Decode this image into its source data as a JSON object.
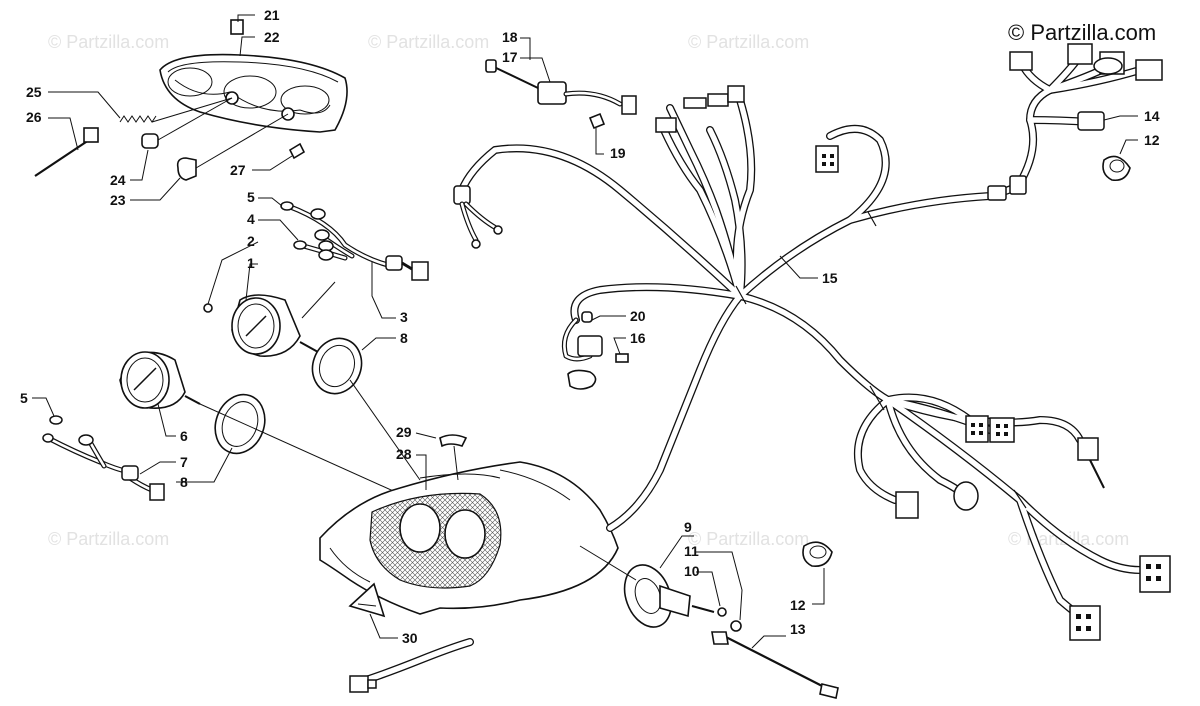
{
  "watermark": {
    "text": "© Partzilla.com",
    "copyright": "© Partzilla.com"
  },
  "callouts": [
    {
      "id": "c21",
      "label": "21"
    },
    {
      "id": "c22",
      "label": "22"
    },
    {
      "id": "c25",
      "label": "25"
    },
    {
      "id": "c26",
      "label": "26"
    },
    {
      "id": "c24",
      "label": "24"
    },
    {
      "id": "c23",
      "label": "23"
    },
    {
      "id": "c27",
      "label": "27"
    },
    {
      "id": "c5a",
      "label": "5"
    },
    {
      "id": "c4",
      "label": "4"
    },
    {
      "id": "c2",
      "label": "2"
    },
    {
      "id": "c1",
      "label": "1"
    },
    {
      "id": "c3",
      "label": "3"
    },
    {
      "id": "c8a",
      "label": "8"
    },
    {
      "id": "c5b",
      "label": "5"
    },
    {
      "id": "c6",
      "label": "6"
    },
    {
      "id": "c7",
      "label": "7"
    },
    {
      "id": "c8b",
      "label": "8"
    },
    {
      "id": "c29",
      "label": "29"
    },
    {
      "id": "c28",
      "label": "28"
    },
    {
      "id": "c30",
      "label": "30"
    },
    {
      "id": "c18",
      "label": "18"
    },
    {
      "id": "c17",
      "label": "17"
    },
    {
      "id": "c19",
      "label": "19"
    },
    {
      "id": "c20",
      "label": "20"
    },
    {
      "id": "c16",
      "label": "16"
    },
    {
      "id": "c15",
      "label": "15"
    },
    {
      "id": "c14",
      "label": "14"
    },
    {
      "id": "c12a",
      "label": "12"
    },
    {
      "id": "c9",
      "label": "9"
    },
    {
      "id": "c11",
      "label": "11"
    },
    {
      "id": "c10",
      "label": "10"
    },
    {
      "id": "c12b",
      "label": "12"
    },
    {
      "id": "c13",
      "label": "13"
    }
  ]
}
